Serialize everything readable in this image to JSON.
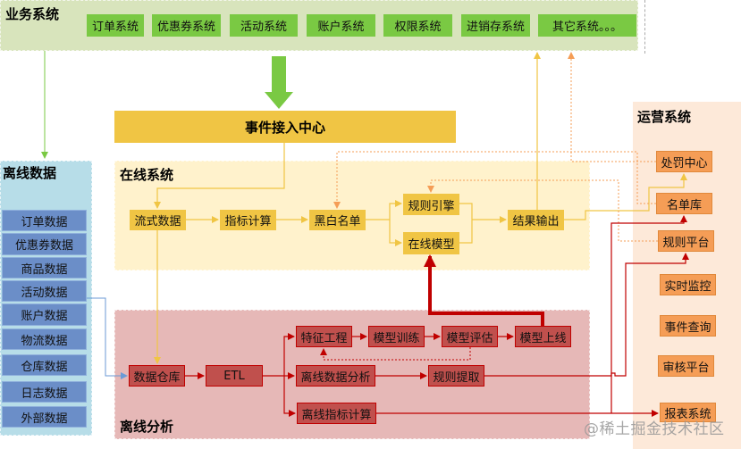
{
  "business": {
    "title": "业务系统",
    "systems": [
      "订单系统",
      "优惠券系统",
      "活动系统",
      "账户系统",
      "权限系统",
      "进销存系统",
      "其它系统。。。"
    ]
  },
  "event_center": {
    "label": "事件接入中心"
  },
  "offline_data": {
    "title": "离线数据",
    "items": [
      "订单数据",
      "优惠券数据",
      "商品数据",
      "活动数据",
      "账户数据",
      "物流数据",
      "仓库数据",
      "日志数据",
      "外部数据"
    ]
  },
  "online": {
    "title": "在线系统",
    "nodes": {
      "stream": "流式数据",
      "metric": "指标计算",
      "blackwhite": "黑白名单",
      "rule_engine": "规则引擎",
      "online_model": "在线模型",
      "result": "结果输出"
    }
  },
  "offline_analysis": {
    "title": "离线分析",
    "nodes": {
      "warehouse": "数据仓库",
      "etl": "ETL",
      "feature": "特征工程",
      "train": "模型训练",
      "evaluate": "模型评估",
      "deploy": "模型上线",
      "analysis": "离线数据分析",
      "rule_extract": "规则提取",
      "offline_metric": "离线指标计算"
    }
  },
  "ops": {
    "title": "运营系统",
    "nodes": [
      "处罚中心",
      "名单库",
      "规则平台",
      "实时监控",
      "事件查询",
      "审核平台",
      "报表系统"
    ]
  },
  "watermark": "@稀土掘金技术社区",
  "colors": {
    "business_bg": "#d8e4bc",
    "business_node": "#7ac943",
    "event_center": "#f0c544",
    "offline_data_bg": "#b7dde8",
    "offline_data_node": "#6b8ec8",
    "online_bg": "#fff2cc",
    "online_node": "#f0c544",
    "offline_analysis_bg": "#e6b8b7",
    "offline_analysis_node": "#c0504d",
    "ops_bg": "#fde9d9",
    "ops_node": "#f59d56",
    "red_line": "#c00000",
    "orange_dotted": "#f59d56",
    "yellow_line": "#f0c544"
  }
}
